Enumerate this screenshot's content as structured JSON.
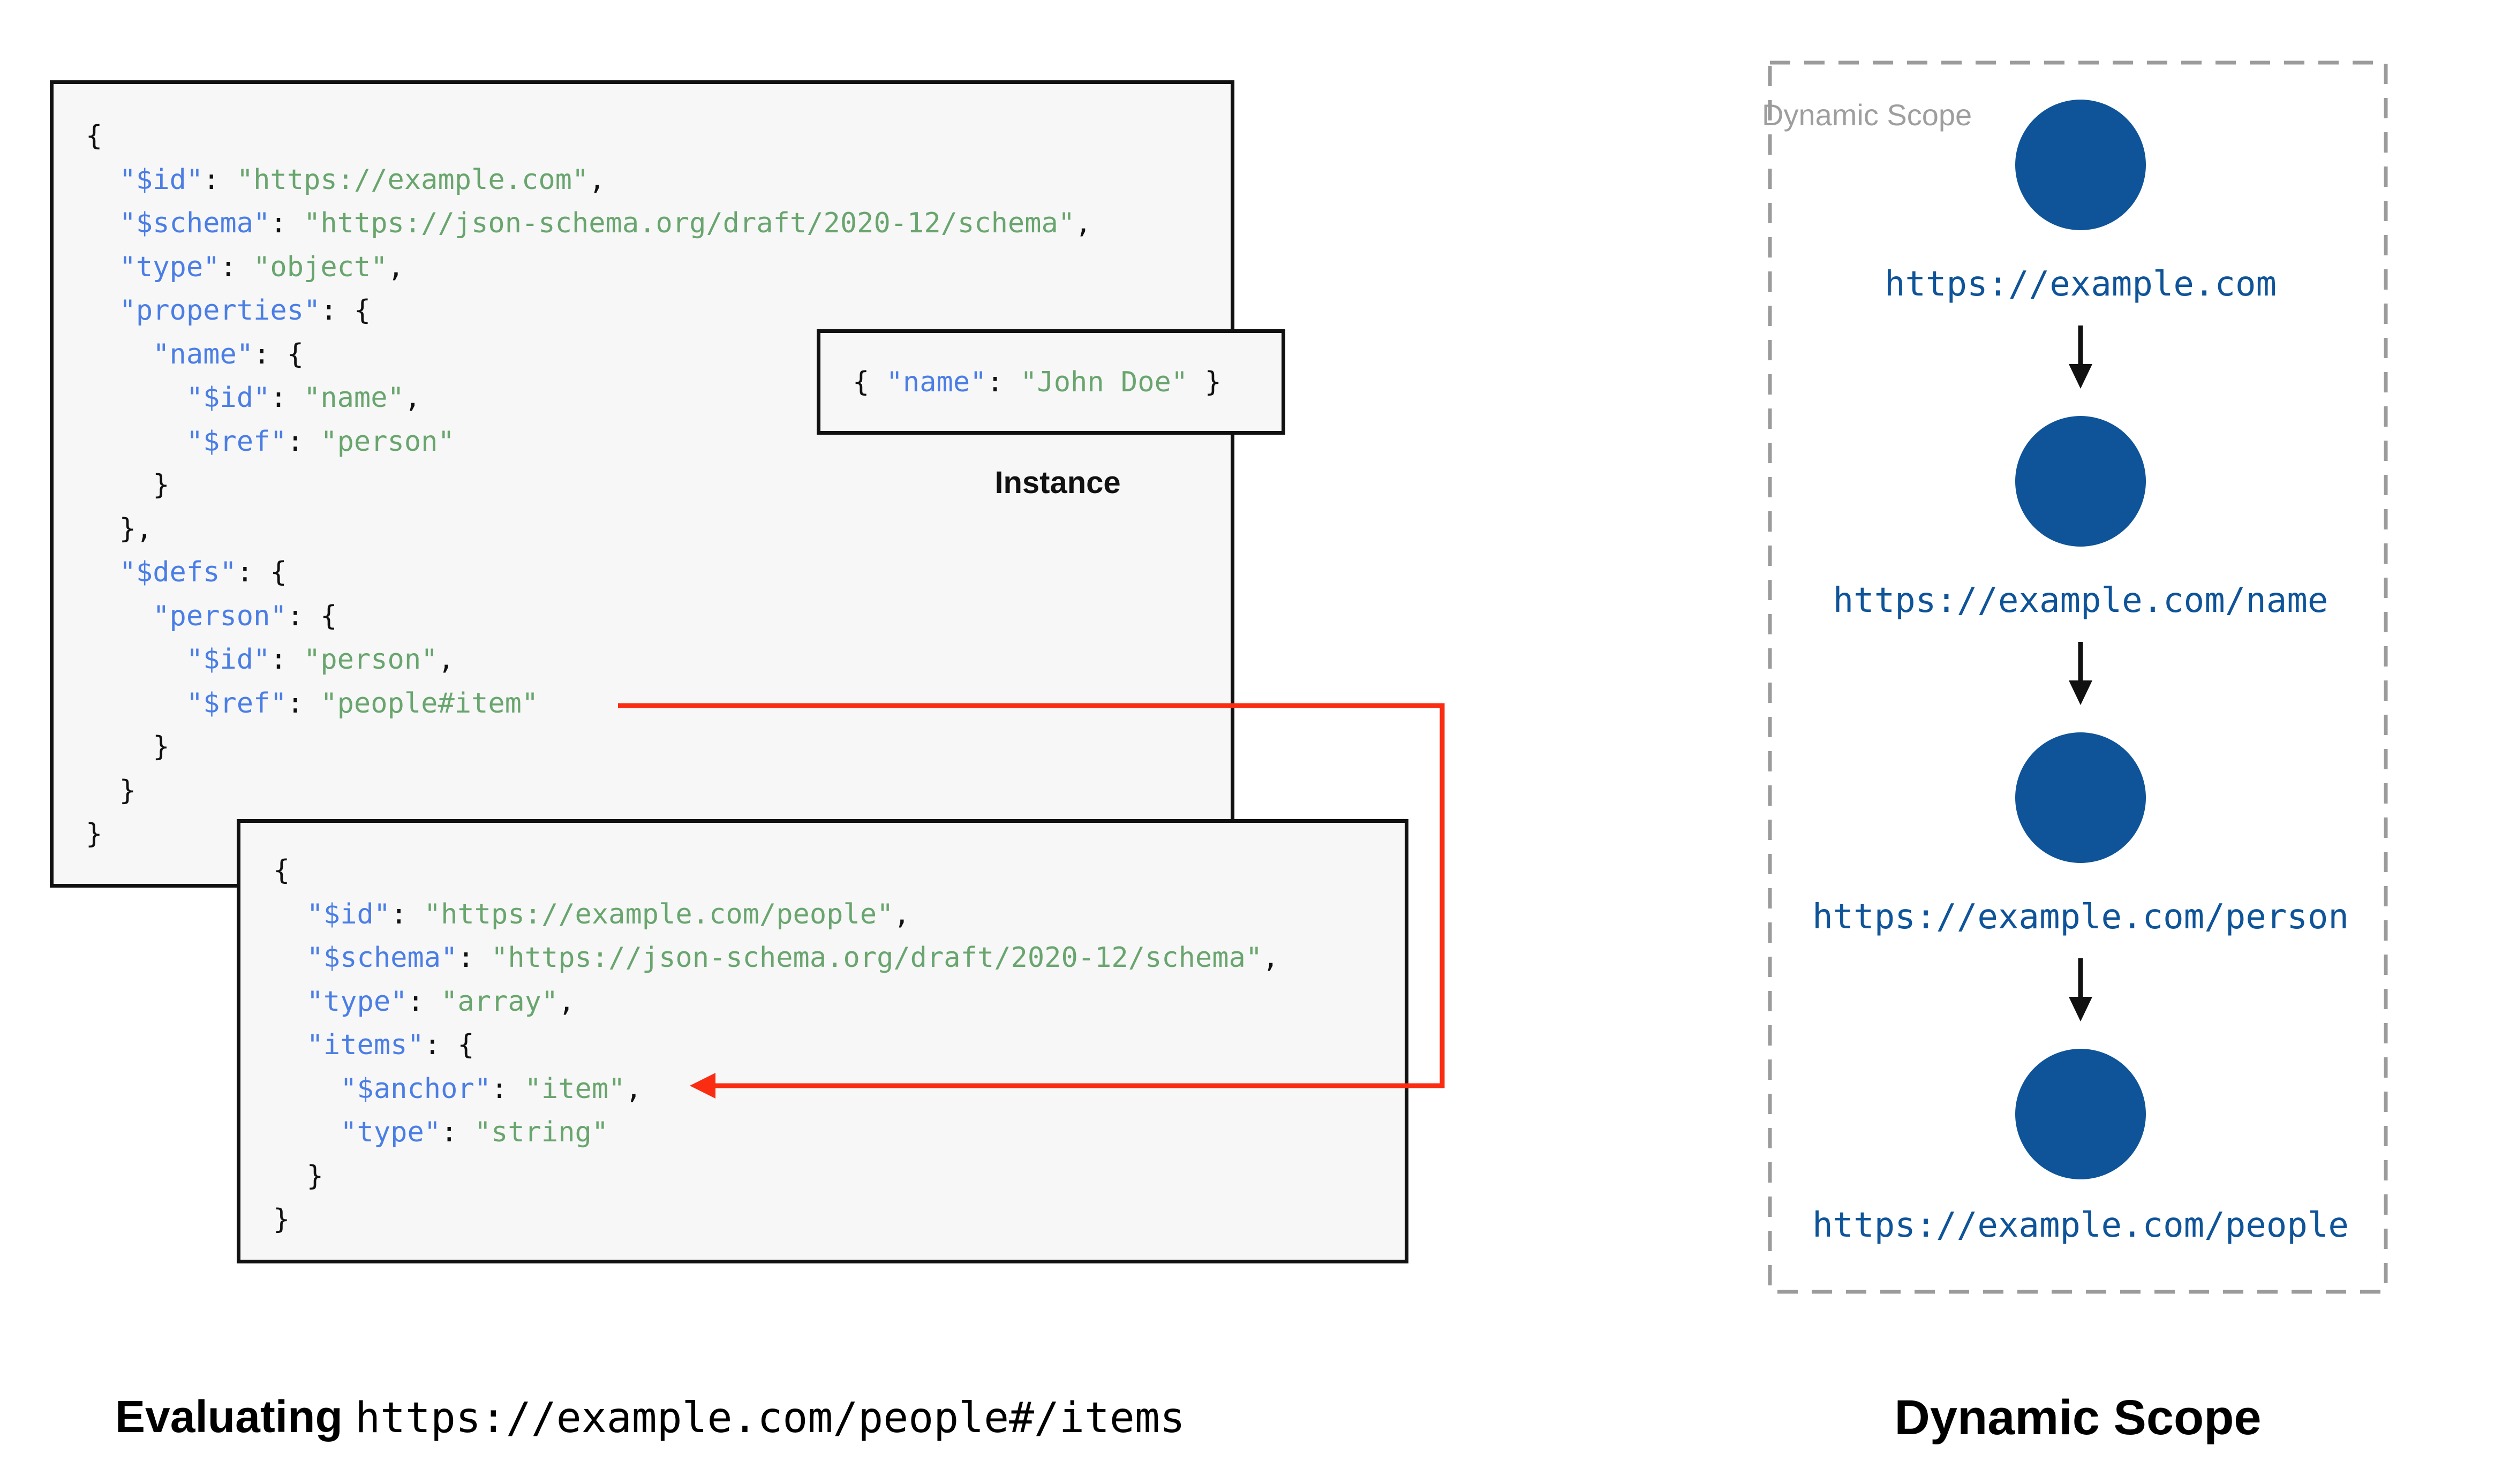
{
  "palette": {
    "key_blue": "#4b7ee5",
    "string_green": "#69a56e",
    "node_blue": "#0f5499",
    "arrow_red": "#fa2d12",
    "box_background": "#f7f7f7",
    "dashed_border_gray": "#9b9b9b"
  },
  "schema_box_1": {
    "code": [
      [
        {
          "t": "p",
          "v": "{"
        }
      ],
      [
        {
          "t": "p",
          "v": "  "
        },
        {
          "t": "k",
          "v": "\"$id\""
        },
        {
          "t": "p",
          "v": ": "
        },
        {
          "t": "s",
          "v": "\"https://example.com\""
        },
        {
          "t": "p",
          "v": ","
        }
      ],
      [
        {
          "t": "p",
          "v": "  "
        },
        {
          "t": "k",
          "v": "\"$schema\""
        },
        {
          "t": "p",
          "v": ": "
        },
        {
          "t": "s",
          "v": "\"https://json-schema.org/draft/2020-12/schema\""
        },
        {
          "t": "p",
          "v": ","
        }
      ],
      [
        {
          "t": "p",
          "v": "  "
        },
        {
          "t": "k",
          "v": "\"type\""
        },
        {
          "t": "p",
          "v": ": "
        },
        {
          "t": "s",
          "v": "\"object\""
        },
        {
          "t": "p",
          "v": ","
        }
      ],
      [
        {
          "t": "p",
          "v": "  "
        },
        {
          "t": "k",
          "v": "\"properties\""
        },
        {
          "t": "p",
          "v": ": {"
        }
      ],
      [
        {
          "t": "p",
          "v": "    "
        },
        {
          "t": "k",
          "v": "\"name\""
        },
        {
          "t": "p",
          "v": ": {"
        }
      ],
      [
        {
          "t": "p",
          "v": "      "
        },
        {
          "t": "k",
          "v": "\"$id\""
        },
        {
          "t": "p",
          "v": ": "
        },
        {
          "t": "s",
          "v": "\"name\""
        },
        {
          "t": "p",
          "v": ","
        }
      ],
      [
        {
          "t": "p",
          "v": "      "
        },
        {
          "t": "k",
          "v": "\"$ref\""
        },
        {
          "t": "p",
          "v": ": "
        },
        {
          "t": "s",
          "v": "\"person\""
        }
      ],
      [
        {
          "t": "p",
          "v": "    }"
        }
      ],
      [
        {
          "t": "p",
          "v": "  },"
        }
      ],
      [
        {
          "t": "p",
          "v": "  "
        },
        {
          "t": "k",
          "v": "\"$defs\""
        },
        {
          "t": "p",
          "v": ": {"
        }
      ],
      [
        {
          "t": "p",
          "v": "    "
        },
        {
          "t": "k",
          "v": "\"person\""
        },
        {
          "t": "p",
          "v": ": {"
        }
      ],
      [
        {
          "t": "p",
          "v": "      "
        },
        {
          "t": "k",
          "v": "\"$id\""
        },
        {
          "t": "p",
          "v": ": "
        },
        {
          "t": "s",
          "v": "\"person\""
        },
        {
          "t": "p",
          "v": ","
        }
      ],
      [
        {
          "t": "p",
          "v": "      "
        },
        {
          "t": "k",
          "v": "\"$ref\""
        },
        {
          "t": "p",
          "v": ": "
        },
        {
          "t": "s",
          "v": "\"people#item\""
        }
      ],
      [
        {
          "t": "p",
          "v": "    }"
        }
      ],
      [
        {
          "t": "p",
          "v": "  }"
        }
      ],
      [
        {
          "t": "p",
          "v": "}"
        }
      ]
    ]
  },
  "instance_box": {
    "code": [
      [
        {
          "t": "p",
          "v": "{ "
        },
        {
          "t": "k",
          "v": "\"name\""
        },
        {
          "t": "p",
          "v": ": "
        },
        {
          "t": "s",
          "v": "\"John Doe\""
        },
        {
          "t": "p",
          "v": " }"
        }
      ]
    ],
    "label": "Instance"
  },
  "schema_box_2": {
    "code": [
      [
        {
          "t": "p",
          "v": "{"
        }
      ],
      [
        {
          "t": "p",
          "v": "  "
        },
        {
          "t": "k",
          "v": "\"$id\""
        },
        {
          "t": "p",
          "v": ": "
        },
        {
          "t": "s",
          "v": "\"https://example.com/people\""
        },
        {
          "t": "p",
          "v": ","
        }
      ],
      [
        {
          "t": "p",
          "v": "  "
        },
        {
          "t": "k",
          "v": "\"$schema\""
        },
        {
          "t": "p",
          "v": ": "
        },
        {
          "t": "s",
          "v": "\"https://json-schema.org/draft/2020-12/schema\""
        },
        {
          "t": "p",
          "v": ","
        }
      ],
      [
        {
          "t": "p",
          "v": "  "
        },
        {
          "t": "k",
          "v": "\"type\""
        },
        {
          "t": "p",
          "v": ": "
        },
        {
          "t": "s",
          "v": "\"array\""
        },
        {
          "t": "p",
          "v": ","
        }
      ],
      [
        {
          "t": "p",
          "v": "  "
        },
        {
          "t": "k",
          "v": "\"items\""
        },
        {
          "t": "p",
          "v": ": {"
        }
      ],
      [
        {
          "t": "p",
          "v": "    "
        },
        {
          "t": "k",
          "v": "\"$anchor\""
        },
        {
          "t": "p",
          "v": ": "
        },
        {
          "t": "s",
          "v": "\"item\""
        },
        {
          "t": "p",
          "v": ","
        }
      ],
      [
        {
          "t": "p",
          "v": "    "
        },
        {
          "t": "k",
          "v": "\"type\""
        },
        {
          "t": "p",
          "v": ": "
        },
        {
          "t": "s",
          "v": "\"string\""
        }
      ],
      [
        {
          "t": "p",
          "v": "  }"
        }
      ],
      [
        {
          "t": "p",
          "v": "}"
        }
      ]
    ]
  },
  "evaluating_label": {
    "prefix": "Evaluating",
    "separator": " ",
    "uri": "https://example.com/people#/items"
  },
  "dynamic_scope_panel": {
    "watermark": "Dynamic Scope",
    "caption": "Dynamic Scope",
    "nodes": [
      {
        "label": "https://example.com"
      },
      {
        "label": "https://example.com/name"
      },
      {
        "label": "https://example.com/person"
      },
      {
        "label": "https://example.com/people"
      }
    ]
  }
}
